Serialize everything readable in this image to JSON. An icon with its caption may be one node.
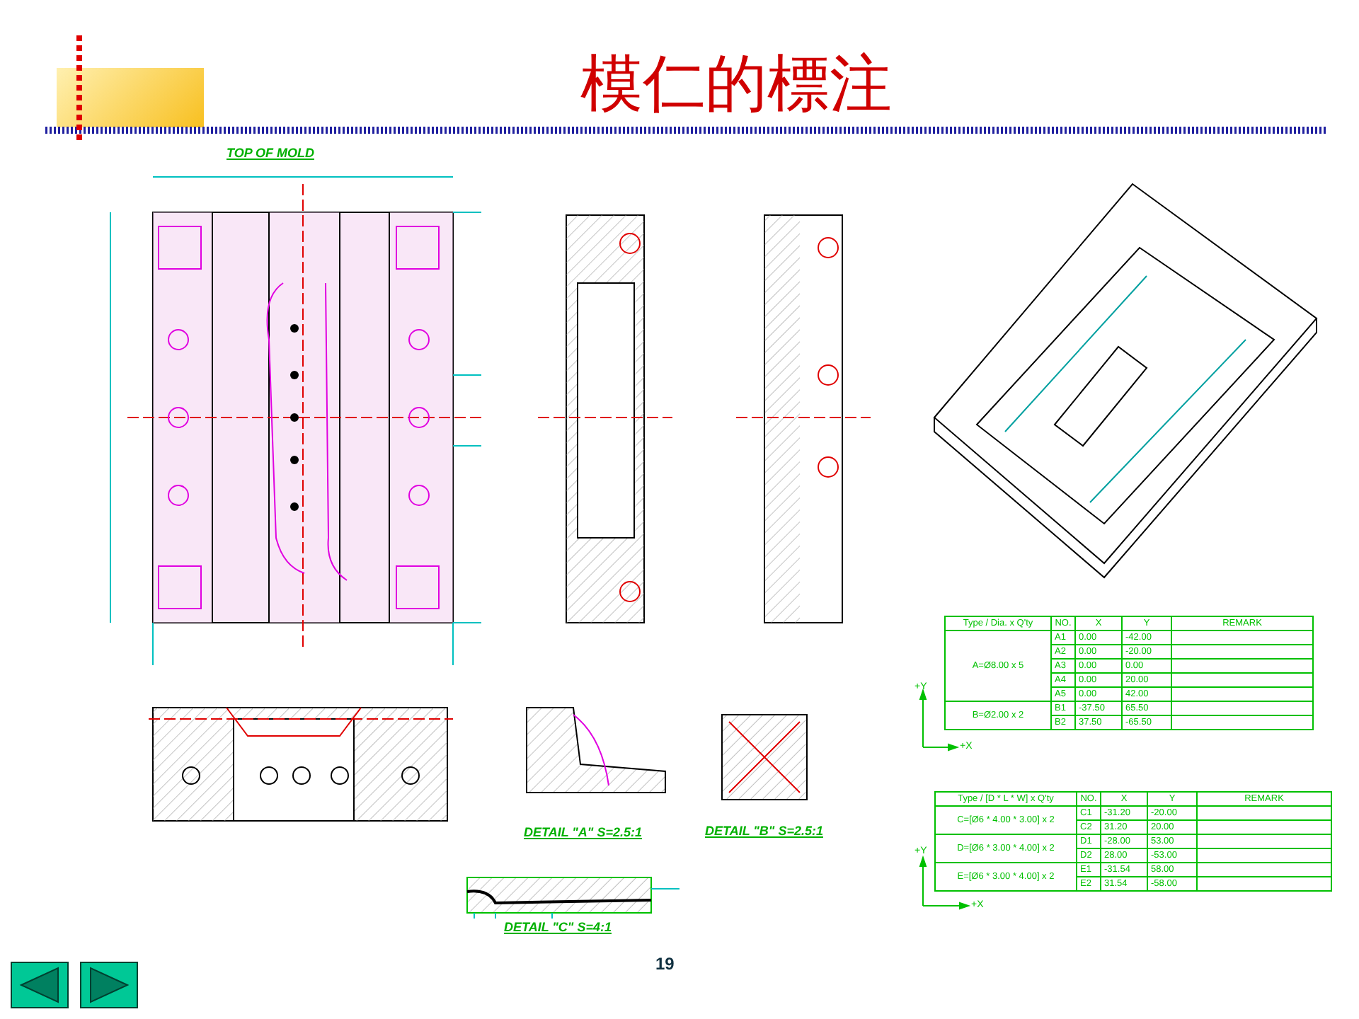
{
  "diagram": {
    "title": "模仁的標注",
    "labels": [
      "TOP OF MOLD",
      "DETAIL \"A\" S=2.5:1",
      "DETAIL \"B\" S=2.5:1",
      "DETAIL \"C\" S=4:1",
      "Type / Dia. x Q'ty",
      "NO.",
      "X",
      "Y",
      "REMARK",
      "A=Ø8.00 x 5",
      "A1",
      "0.00",
      "-42.00",
      "A2",
      "0.00",
      "-20.00",
      "A3",
      "0.00",
      "0.00",
      "A4",
      "0.00",
      "20.00",
      "A5",
      "0.00",
      "42.00",
      "B=Ø2.00 x 2",
      "B1",
      "-37.50",
      "65.50",
      "B2",
      "37.50",
      "-65.50",
      "+Y",
      "+X",
      "Type / [D * L * W] x Q'ty",
      "NO.",
      "X",
      "Y",
      "REMARK",
      "C=[Ø6 * 4.00 * 3.00] x 2",
      "C1",
      "-31.20",
      "-20.00",
      "C2",
      "31.20",
      "20.00",
      "D=[Ø6 * 3.00 * 4.00] x 2",
      "D1",
      "-28.00",
      "53.00",
      "D2",
      "28.00",
      "-53.00",
      "E=[Ø6 * 3.00 * 4.00] x 2",
      "E1",
      "-31.54",
      "58.00",
      "E2",
      "31.54",
      "-58.00",
      "+Y",
      "+X",
      "19"
    ]
  }
}
